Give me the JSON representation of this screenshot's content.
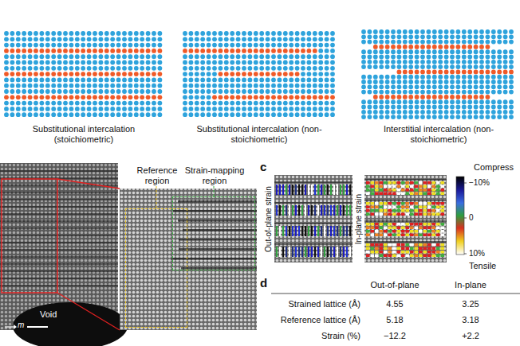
{
  "diagram": {
    "nodes": [
      {
        "text": [
          "Reference region"
        ]
      },
      {
        "text": [
          "Strain-mapping region"
        ]
      }
    ],
    "labels": [
      "Substitutional intercalation (stoichiometric)",
      "Substitutional intercalation (non-stoichiometric)",
      "Interstitial intercalation (non-stoichiometric)",
      "c",
      "d",
      "Void",
      "m",
      "Out-of-plane strain",
      "In-plane strain",
      "Compress",
      "−10%",
      "0",
      "10%",
      "Tensile",
      "Out-of-plane",
      "In-plane",
      "Strained lattice (Å)",
      "4.55",
      "3.25",
      "Reference lattice (Å)",
      "5.18",
      "3.18",
      "Strain (%)",
      "−12.2",
      "+2.2"
    ]
  }
}
